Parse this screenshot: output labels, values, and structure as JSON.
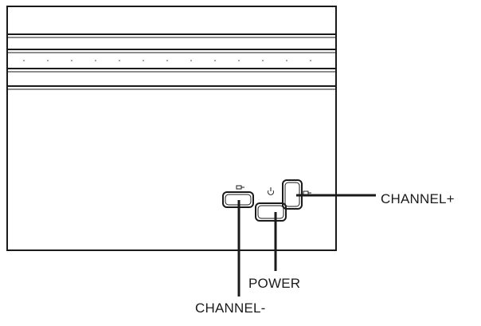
{
  "callouts": {
    "channel_plus": "CHANNEL+",
    "power": "POWER",
    "channel_minus": "CHANNEL-"
  },
  "button_icons": {
    "channel_minus": "input-arrow-icon",
    "power": "power-icon",
    "channel_plus": "input-arrow-icon"
  },
  "colors": {
    "line": "#1a1a1a",
    "background": "#ffffff"
  }
}
